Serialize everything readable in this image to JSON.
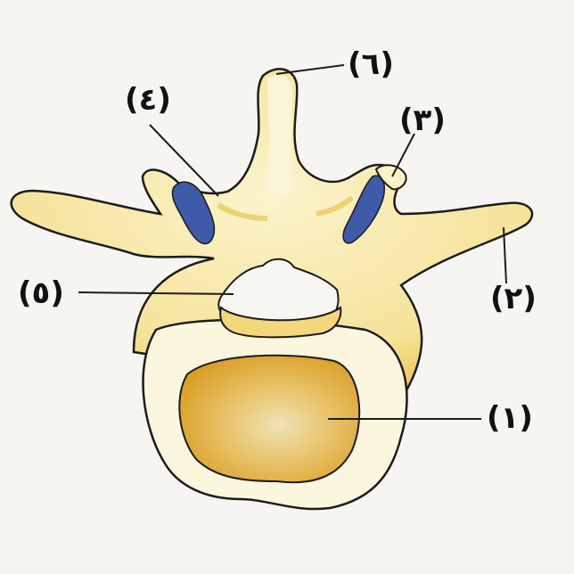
{
  "labels": {
    "l1": "(١)",
    "l2": "(٢)",
    "l3": "(٣)",
    "l4": "(٤)",
    "l5": "(٥)",
    "l6": "(٦)"
  },
  "colors": {
    "background": "#f6f5f1",
    "bone_fill": "#fbf3c4",
    "bone_shade": "#e9c33a",
    "body_core": "#e3b13a",
    "facet_blue": "#3f5aa8",
    "outline": "#1c1c1c"
  }
}
